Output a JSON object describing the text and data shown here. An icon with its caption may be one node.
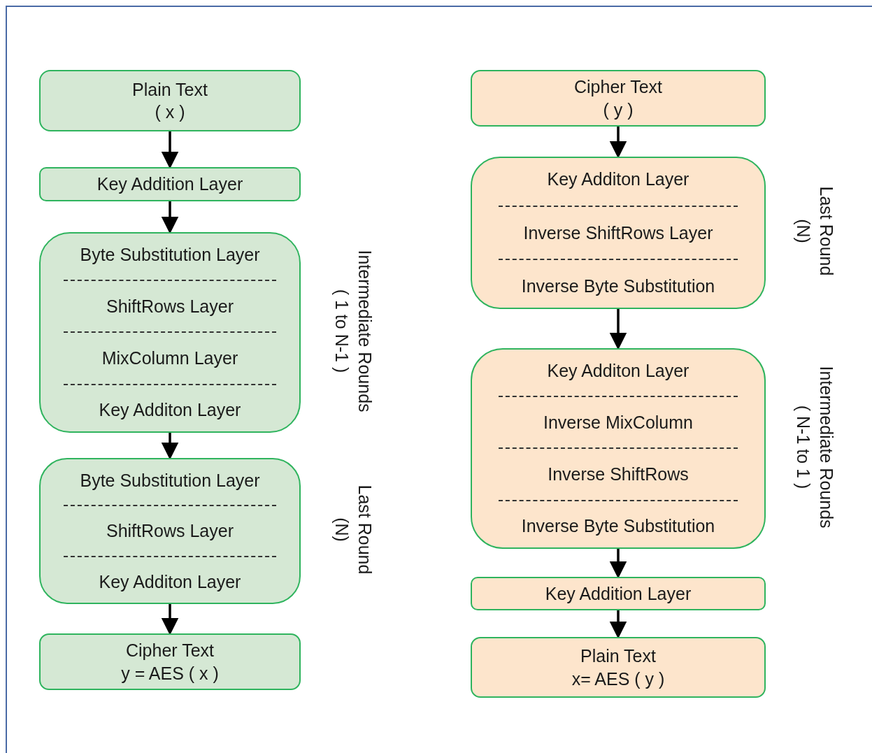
{
  "diagram": {
    "nodes": [
      {
        "text": [
          "Plain Text",
          "( x )"
        ]
      },
      {
        "text": [
          "Key Addition Layer"
        ]
      },
      {
        "text": [
          "Byte Substitution Layer",
          "ShiftRows Layer",
          "MixColumn Layer",
          "Key Additon Layer"
        ],
        "beside": [
          "Intermediate Rounds",
          "( 1 to N-1 )"
        ]
      },
      {
        "text": [
          "Byte Substitution Layer",
          "ShiftRows Layer",
          "Key Additon Layer"
        ],
        "beside": [
          "Last Round",
          "(N)"
        ]
      },
      {
        "text": [
          "Cipher Text",
          "y = AES ( x )"
        ]
      },
      {
        "text": [
          "Cipher Text",
          "( y )"
        ]
      },
      {
        "text": [
          "Key Additon Layer",
          "Inverse ShiftRows Layer",
          "Inverse Byte Substitution"
        ],
        "beside": [
          "Last Round",
          "(N)"
        ]
      },
      {
        "text": [
          "Key Additon Layer",
          "Inverse MixColumn",
          "Inverse ShiftRows",
          "Inverse Byte Substitution"
        ],
        "beside": [
          "Intermediate Rounds",
          "( N-1 to 1 )"
        ]
      },
      {
        "text": [
          "Key Addition Layer"
        ]
      },
      {
        "text": [
          "Plain Text",
          "x= AES ( y )"
        ]
      }
    ],
    "edges": [
      {
        "from": 0,
        "to": 1,
        "arrow": "to"
      },
      {
        "from": 1,
        "to": 2,
        "arrow": "to"
      },
      {
        "from": 2,
        "to": 3,
        "arrow": "to"
      },
      {
        "from": 3,
        "to": 4,
        "arrow": "to"
      },
      {
        "from": 5,
        "to": 6,
        "arrow": "to"
      },
      {
        "from": 6,
        "to": 7,
        "arrow": "to"
      },
      {
        "from": 7,
        "to": 8,
        "arrow": "to"
      },
      {
        "from": 8,
        "to": 9,
        "arrow": "to"
      }
    ]
  }
}
